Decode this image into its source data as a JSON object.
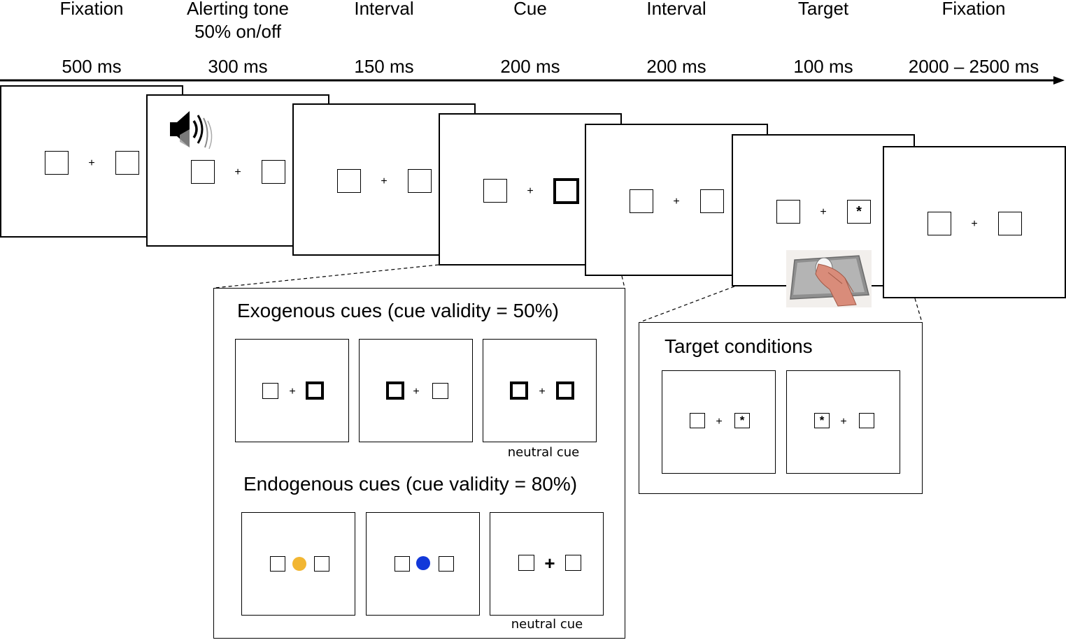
{
  "timeline": {
    "phases": [
      {
        "name": "Fixation",
        "duration": "500 ms"
      },
      {
        "name": "Alerting tone",
        "sub": "50% on/off",
        "duration": "300 ms"
      },
      {
        "name": "Interval",
        "duration": "150 ms"
      },
      {
        "name": "Cue",
        "duration": "200 ms"
      },
      {
        "name": "Interval",
        "duration": "200 ms"
      },
      {
        "name": "Target",
        "duration": "100 ms"
      },
      {
        "name": "Fixation",
        "duration": "2000 – 2500 ms"
      }
    ]
  },
  "cue_panel": {
    "exogenous_title": "Exogenous cues (cue validity = 50%)",
    "endogenous_title": "Endogenous cues (cue validity = 80%)",
    "neutral_caption_exo": "neutral cue",
    "neutral_caption_endo": "neutral cue"
  },
  "target_panel": {
    "title": "Target conditions"
  },
  "symbols": {
    "fixation": "+",
    "target": "*"
  },
  "colors": {
    "endogenous_left_cue": "#F2B632",
    "endogenous_right_cue": "#1238D9"
  },
  "icons": [
    "speaker-icon",
    "mouse-hand-icon"
  ]
}
